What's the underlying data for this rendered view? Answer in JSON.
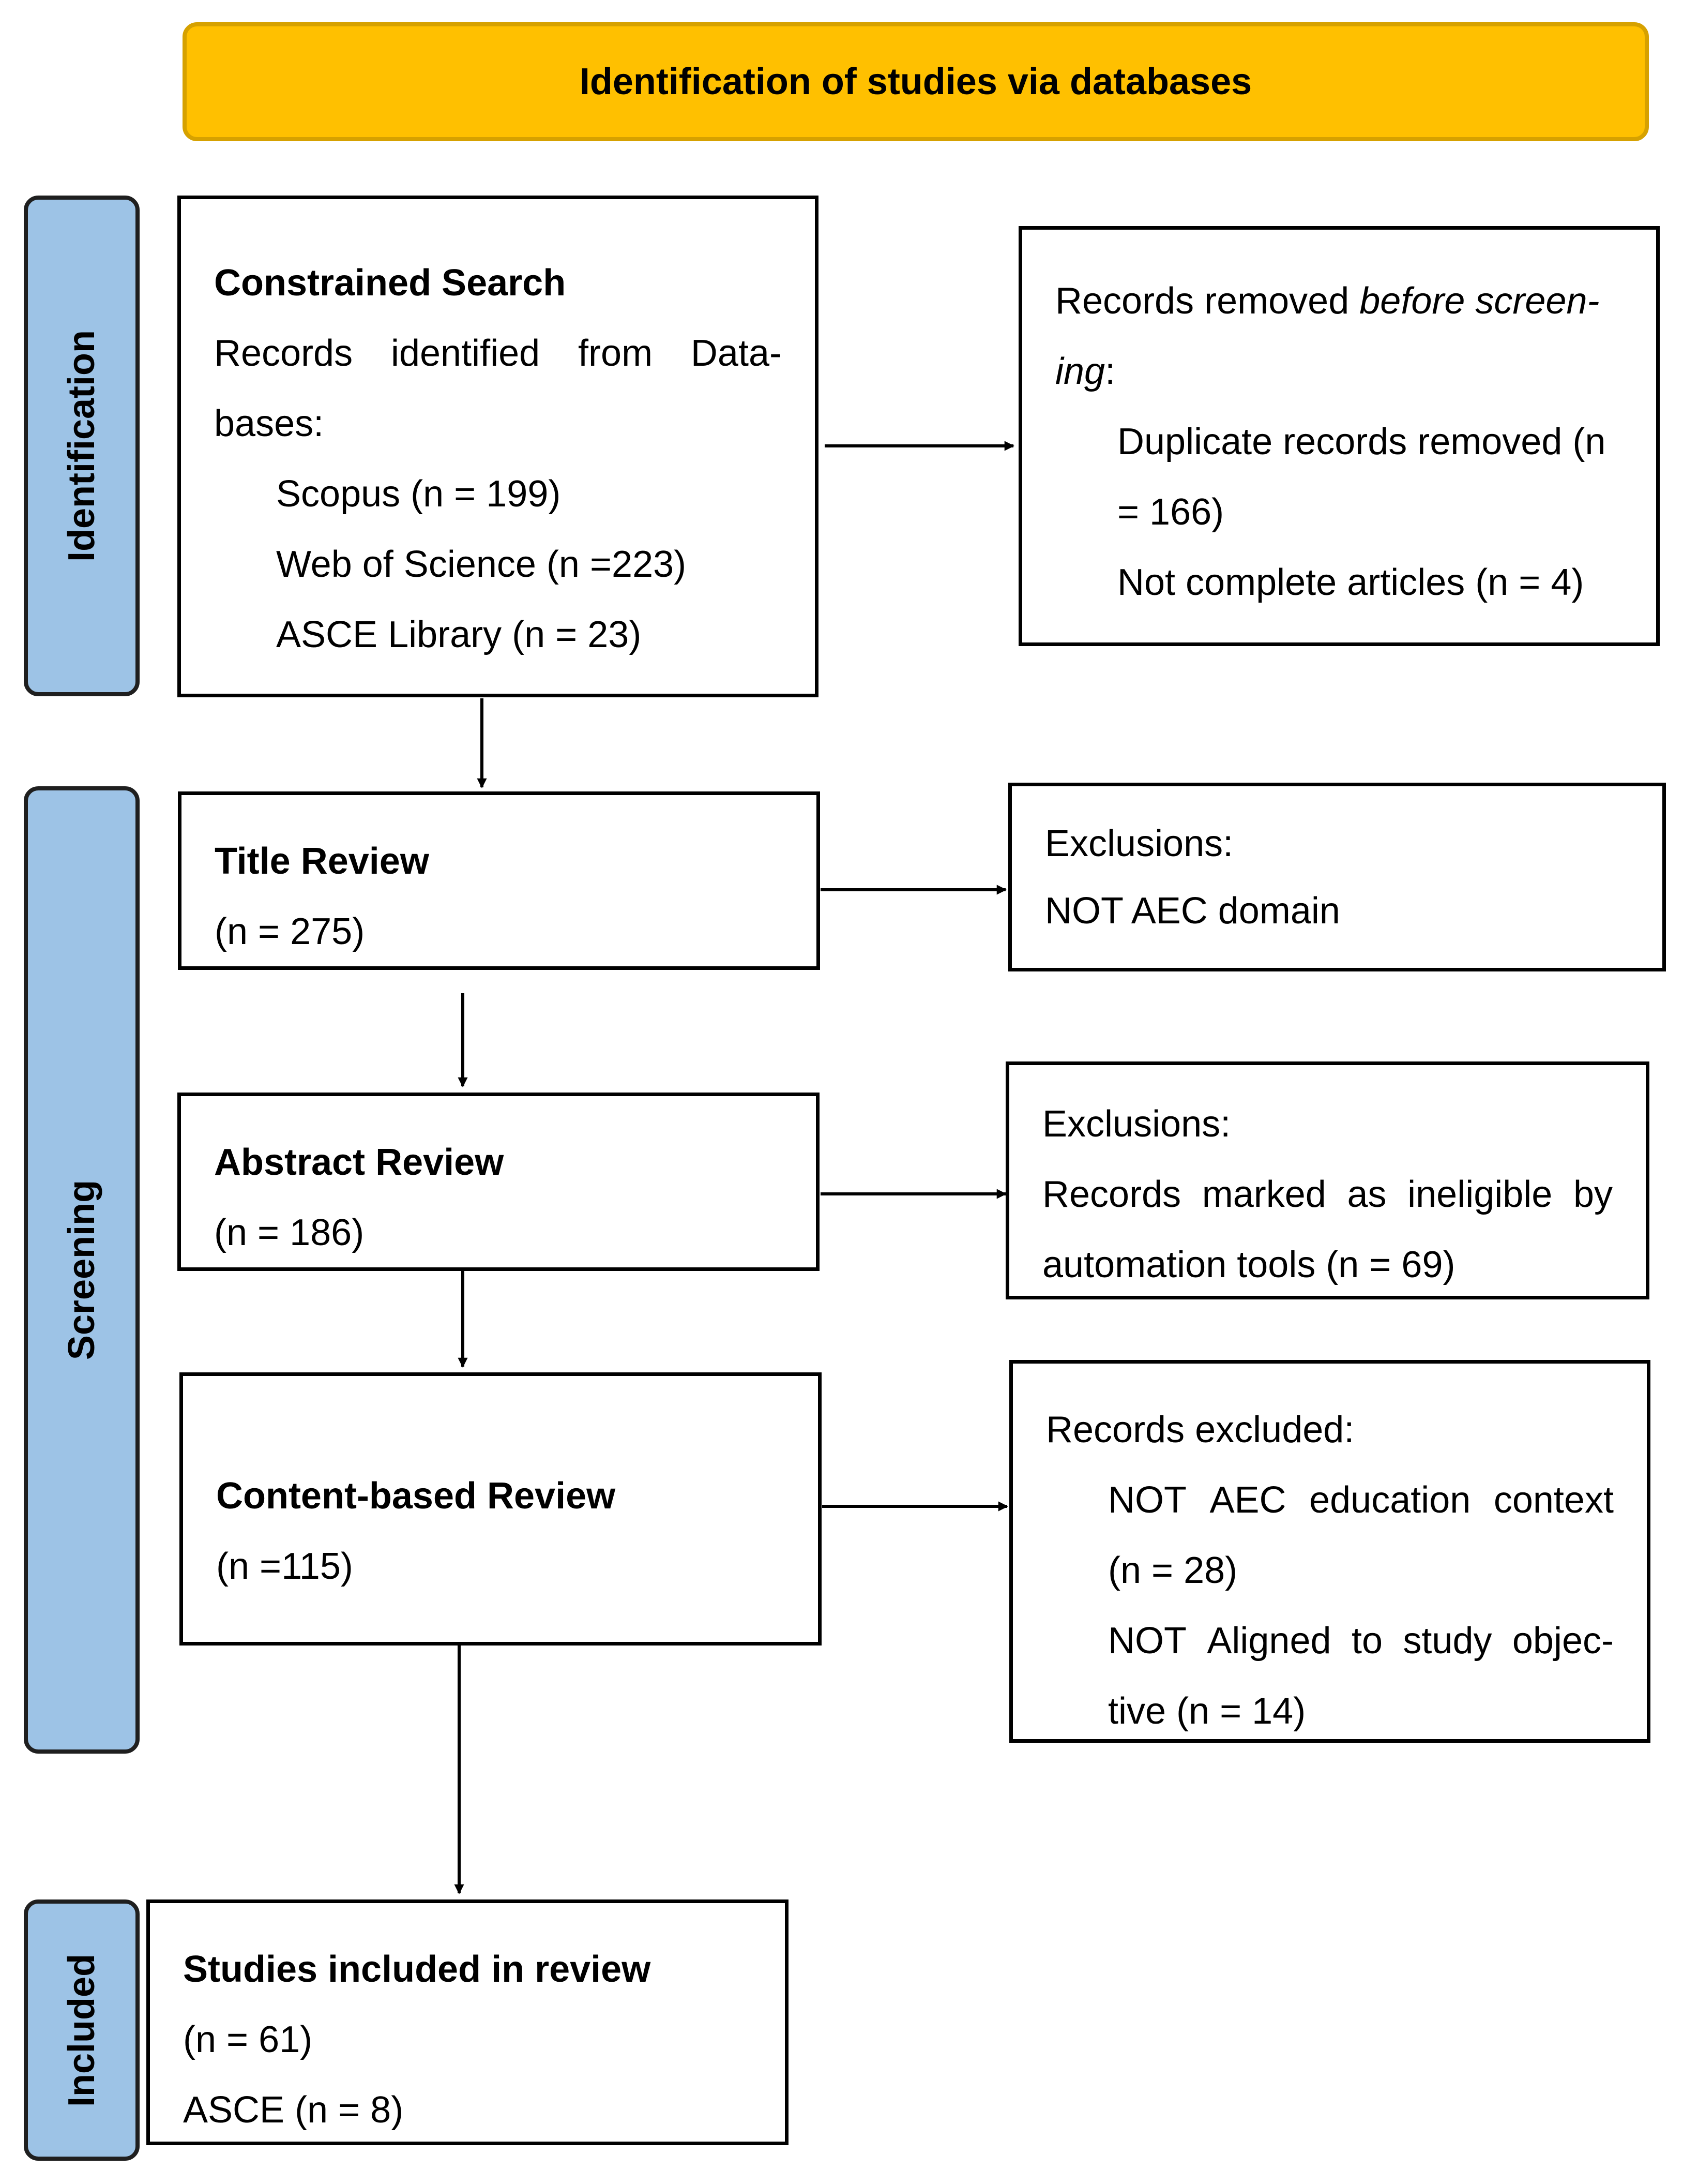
{
  "banner": {
    "label": "Identification of studies via databases"
  },
  "stages": {
    "identification": "Identification",
    "screening": "Screening",
    "included": "Included"
  },
  "search": {
    "title": "Constrained Search",
    "line1": "Records identified from Data-",
    "line2": "bases:",
    "sources": [
      "Scopus (n = 199)",
      "Web of Science (n =223)",
      "ASCE Library (n = 23)"
    ]
  },
  "removed": {
    "line1_pre": "Records removed ",
    "line1_em": "before screen-",
    "line2_em": "ing",
    "line2_post": ":",
    "duplicates_line1": "Duplicate records removed (n",
    "duplicates_line2": "= 166)",
    "incomplete": "Not complete articles (n = 4)"
  },
  "title_review": {
    "title": "Title Review",
    "count": "(n = 275)"
  },
  "title_exclusions": {
    "header": "Exclusions:",
    "item": "NOT AEC domain"
  },
  "abstract_review": {
    "title": "Abstract Review",
    "count": "(n = 186)"
  },
  "abstract_exclusions": {
    "header": "Exclusions:",
    "line1": "Records marked as ineligible by",
    "line2": "automation tools (n = 69)"
  },
  "content_review": {
    "title": "Content-based Review",
    "count": "(n =115)"
  },
  "content_exclusions": {
    "header": "Records excluded:",
    "item1_line1": "NOT AEC education context",
    "item1_line2": "(n = 28)",
    "item2_line1": "NOT Aligned to study objec-",
    "item2_line2": "tive (n = 14)"
  },
  "included": {
    "title": "Studies included in review",
    "count": "(n = 61)",
    "asce": "ASCE (n = 8)"
  }
}
